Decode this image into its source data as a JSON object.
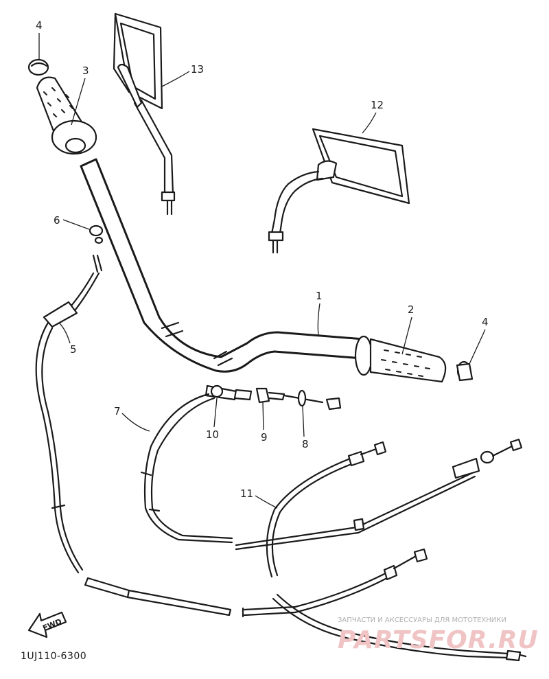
{
  "callouts": {
    "c1": "1",
    "c2": "2",
    "c3": "3",
    "c4a": "4",
    "c4b": "4",
    "c5": "5",
    "c6": "6",
    "c7": "7",
    "c8": "8",
    "c9": "9",
    "c10": "10",
    "c11": "11",
    "c12": "12",
    "c13": "13"
  },
  "arrow_label": "FWD",
  "diagram_code": "1UJ110-6300",
  "watermark": {
    "tagline": "ЗАПЧАСТИ И АКСЕССУАРЫ ДЛЯ МОТОТЕХНИКИ",
    "logo": "PARTSFOR.RU"
  },
  "colors": {
    "line": "#1a1a1a",
    "watermark_logo": "#f0c4c4",
    "watermark_text": "#b0b0b0"
  }
}
